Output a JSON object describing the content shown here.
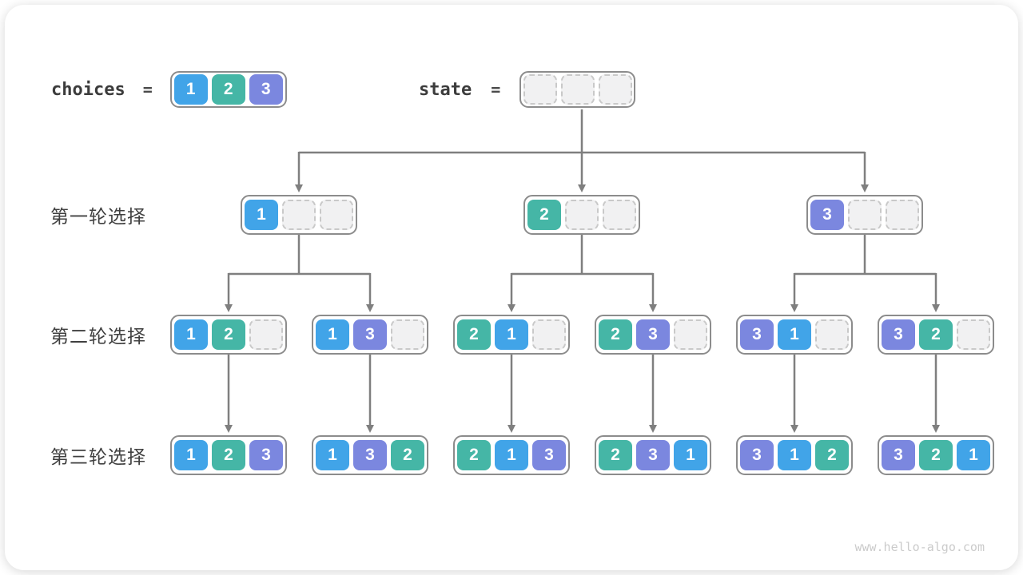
{
  "site": {
    "watermark": "www.hello-algo.com"
  },
  "colors": {
    "choice1": "#41a4e8",
    "choice2": "#45b6a6",
    "choice3": "#7b87df",
    "box_border": "#8c8c8c",
    "arrow": "#7f7f7f",
    "empty_cell_fill": "#f1f1f2",
    "text": "#3c3c3c"
  },
  "header": {
    "choices_label": "choices",
    "choices_equals": "=",
    "choices_cells": [
      1,
      2,
      3
    ],
    "state_label": "state",
    "state_equals": "=",
    "state_cells": [
      null,
      null,
      null
    ]
  },
  "rows": [
    {
      "label": "第一轮选择",
      "nodes": [
        {
          "cells": [
            1,
            null,
            null
          ]
        },
        {
          "cells": [
            2,
            null,
            null
          ]
        },
        {
          "cells": [
            3,
            null,
            null
          ]
        }
      ]
    },
    {
      "label": "第二轮选择",
      "nodes": [
        {
          "cells": [
            1,
            2,
            null
          ]
        },
        {
          "cells": [
            1,
            3,
            null
          ]
        },
        {
          "cells": [
            2,
            1,
            null
          ]
        },
        {
          "cells": [
            2,
            3,
            null
          ]
        },
        {
          "cells": [
            3,
            1,
            null
          ]
        },
        {
          "cells": [
            3,
            2,
            null
          ]
        }
      ]
    },
    {
      "label": "第三轮选择",
      "nodes": [
        {
          "cells": [
            1,
            2,
            3
          ]
        },
        {
          "cells": [
            1,
            3,
            2
          ]
        },
        {
          "cells": [
            2,
            1,
            3
          ]
        },
        {
          "cells": [
            2,
            3,
            1
          ]
        },
        {
          "cells": [
            3,
            1,
            2
          ]
        },
        {
          "cells": [
            3,
            2,
            1
          ]
        }
      ]
    }
  ]
}
